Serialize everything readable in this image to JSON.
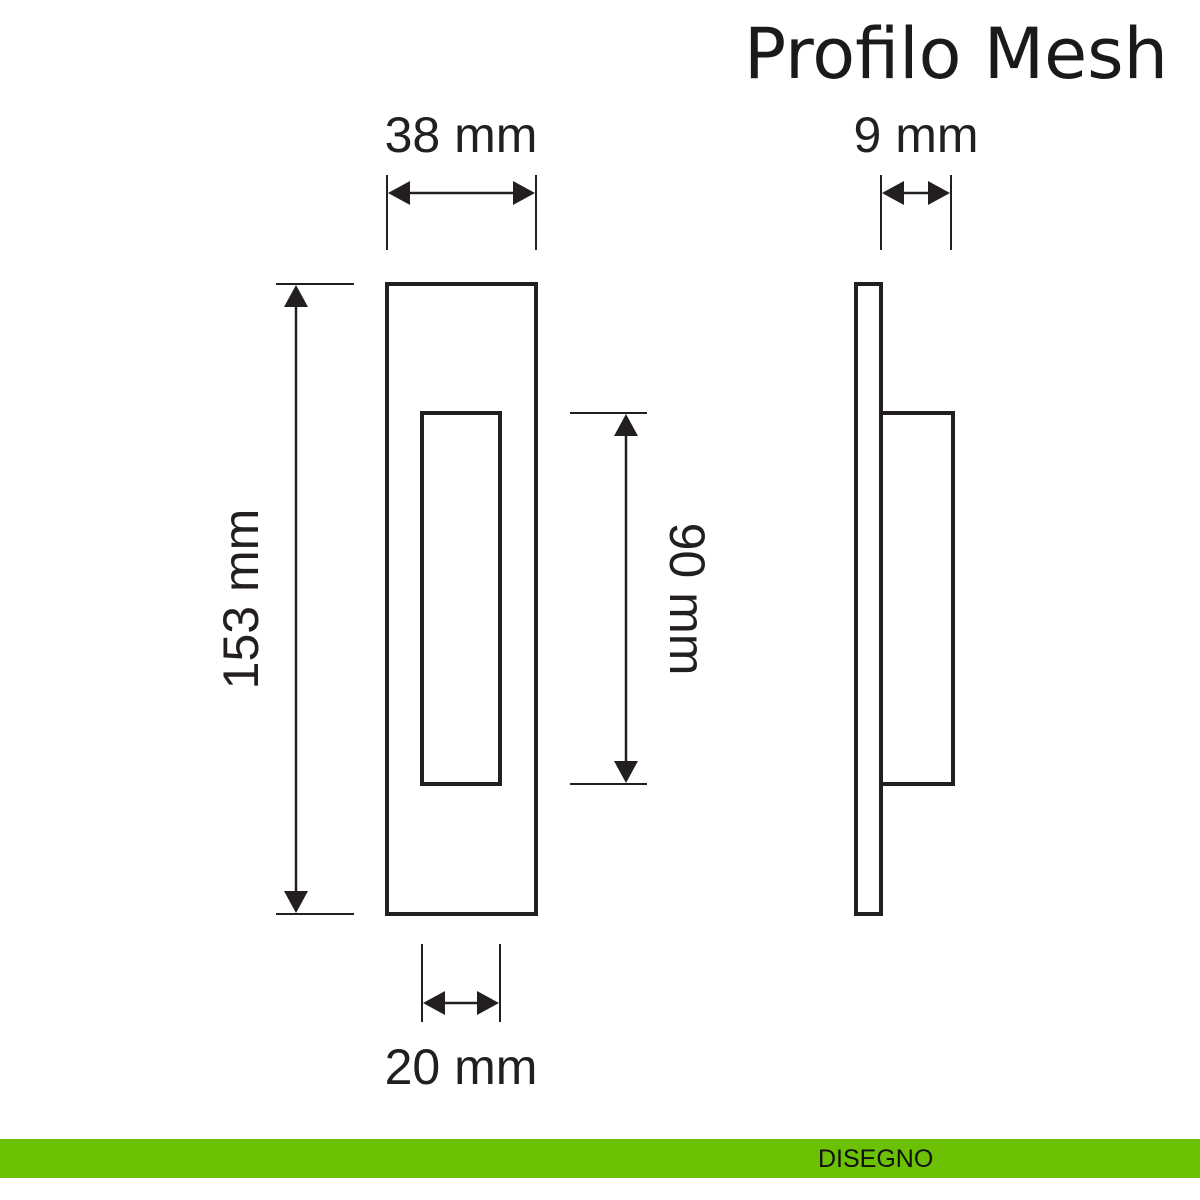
{
  "title": "Profilo Mesh",
  "dimensions": {
    "width": "38 mm",
    "height": "153 mm",
    "grip_height": "90 mm",
    "grip_width": "20 mm",
    "depth": "9 mm"
  },
  "footer": {
    "label": "DISEGNO"
  },
  "colors": {
    "line": "#231f20",
    "footer_bg": "#6cc104"
  }
}
